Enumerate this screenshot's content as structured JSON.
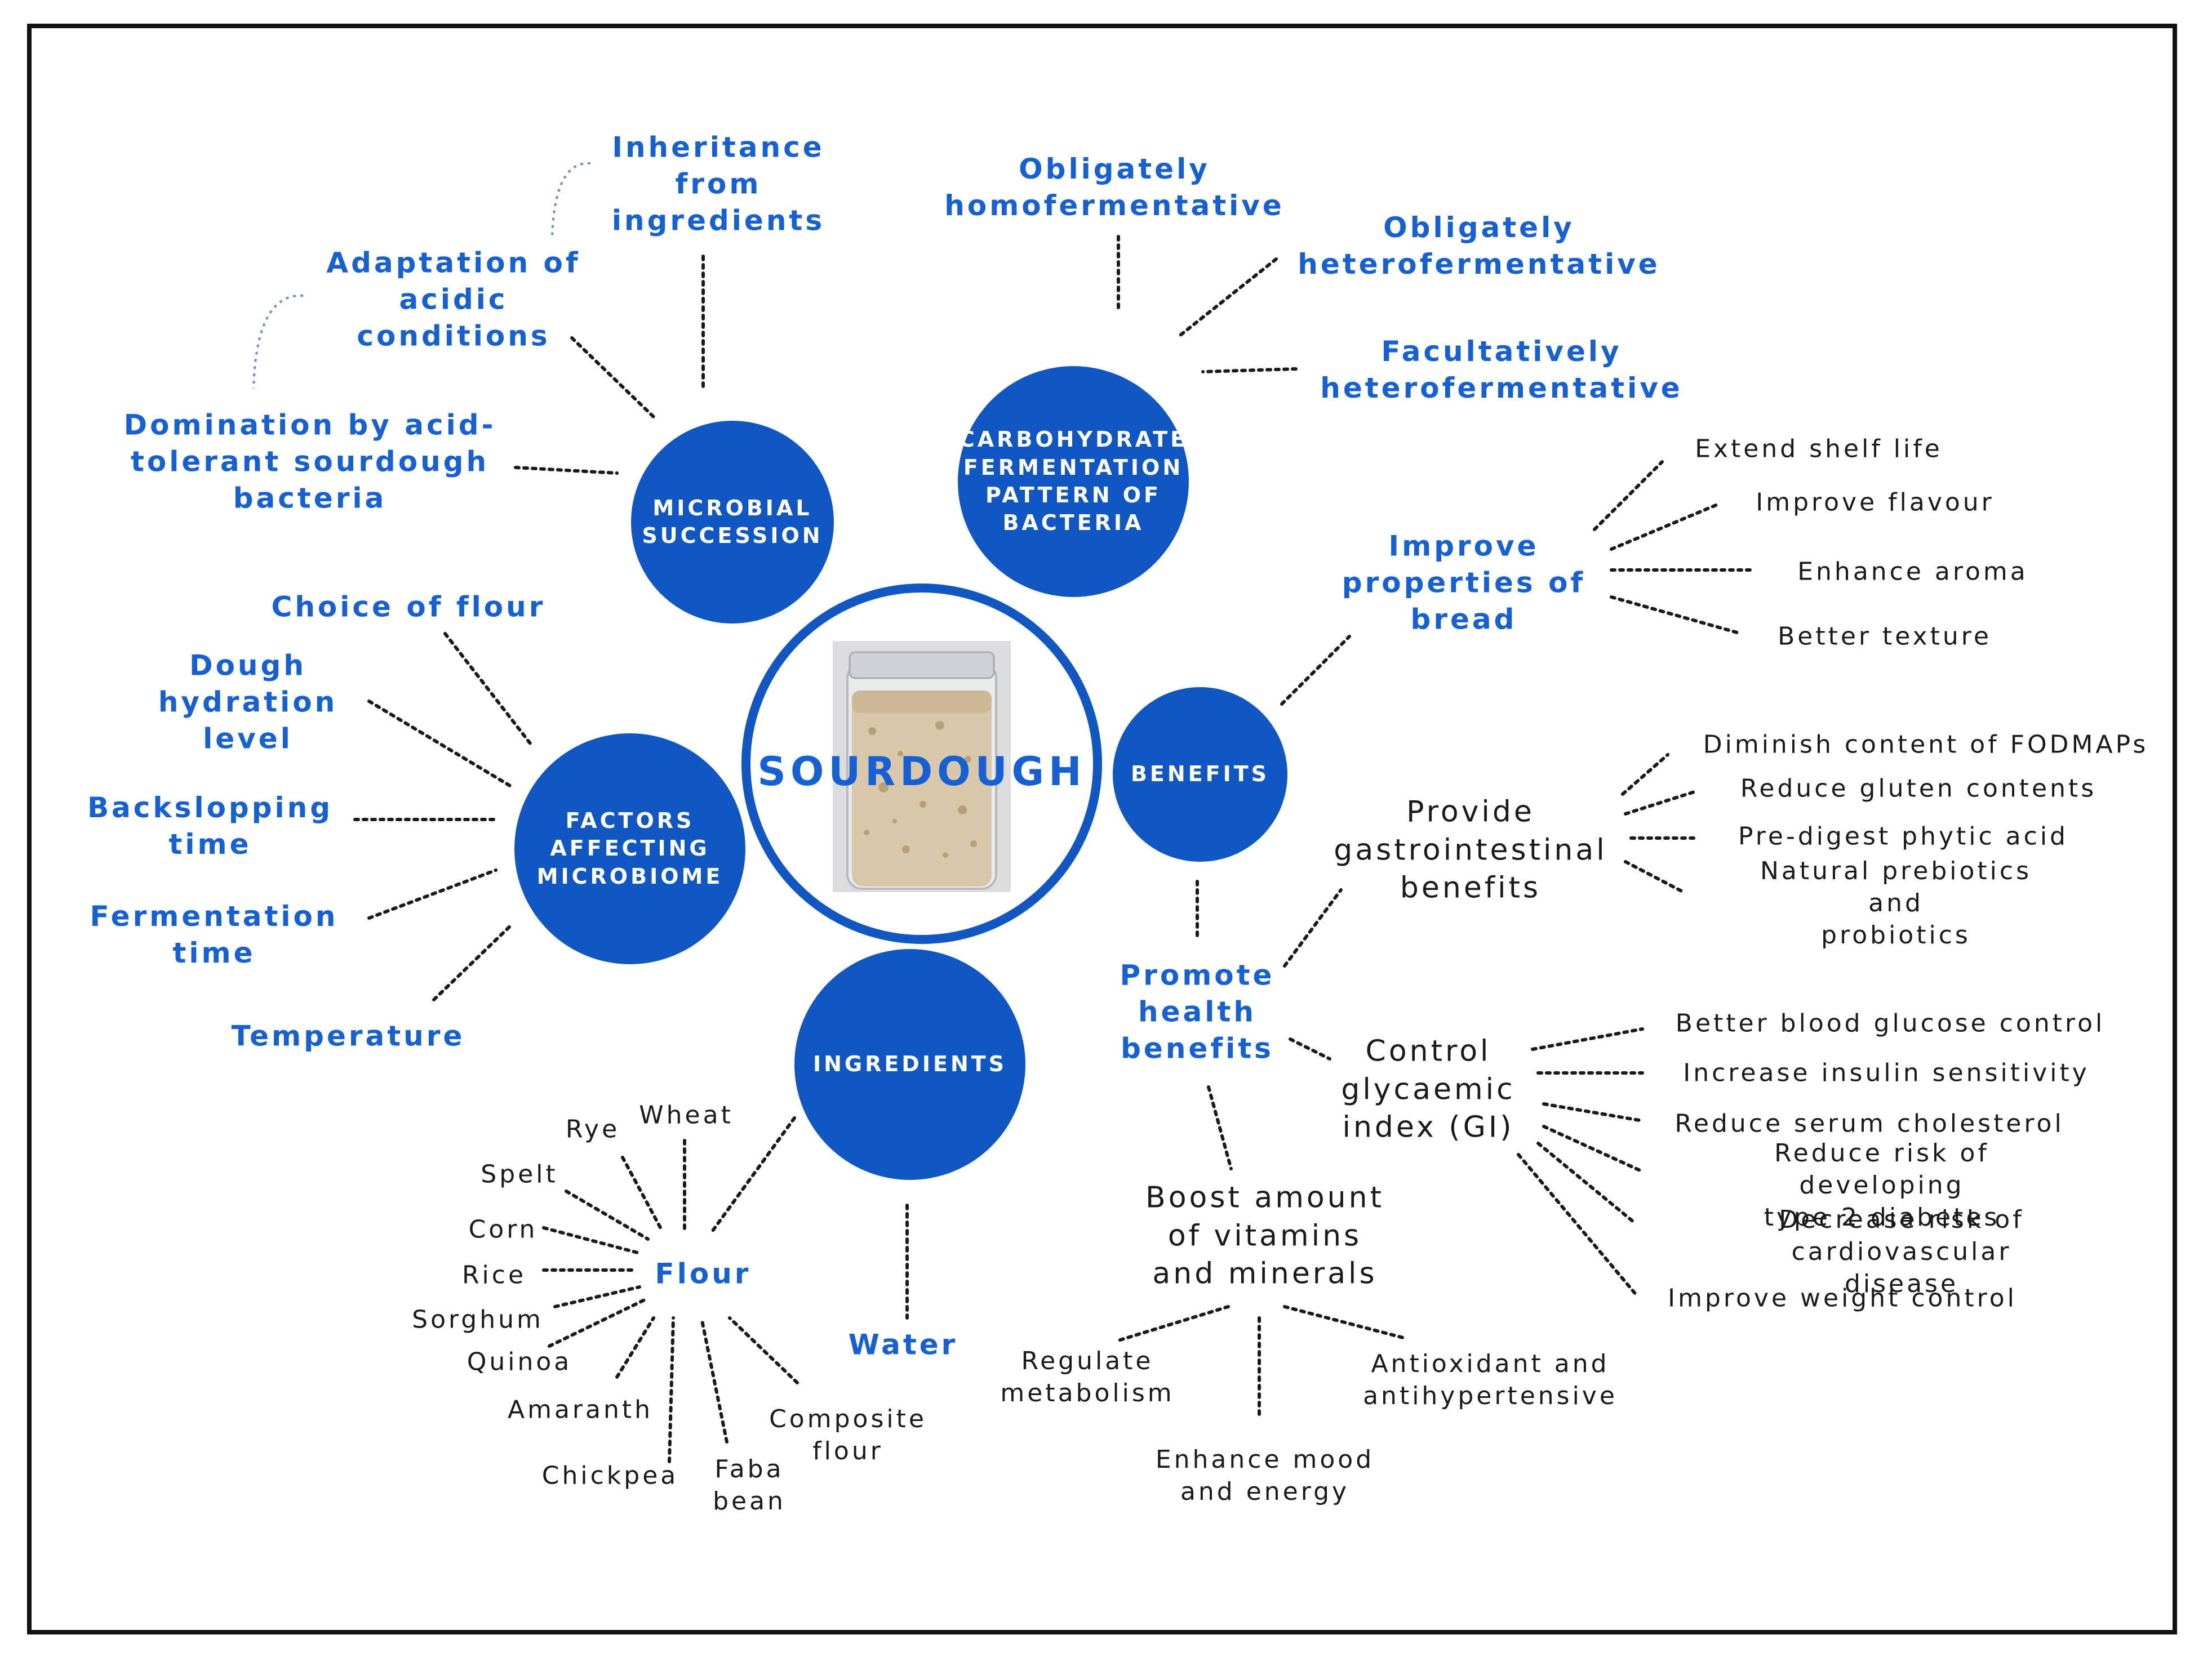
{
  "center": {
    "title": "SOURDOUGH",
    "image": "sourdough-jar-photo"
  },
  "hubs": {
    "microbial_succession": "MICROBIAL\nSUCCESSION",
    "carbohydrate_fermentation": "CARBOHYDRATE\nFERMENTATION\nPATTERN OF\nBACTERIA",
    "benefits": "BENEFITS",
    "factors_affecting_microbiome": "FACTORS\nAFFECTING\nMICROBIOME",
    "ingredients": "INGREDIENTS"
  },
  "microbial_succession": {
    "inheritance": "Inheritance\nfrom\ningredients",
    "adaptation": "Adaptation of\nacidic\nconditions",
    "domination": "Domination by acid-\ntolerant sourdough\nbacteria"
  },
  "fermentation_patterns": {
    "homo": "Obligately\nhomofermentative",
    "hetero": "Obligately\nheterofermentative",
    "facultative": "Facultatively\nheterofermentative"
  },
  "factors": {
    "flour_choice": "Choice of flour",
    "hydration": "Dough\nhydration\nlevel",
    "backslopping": "Backslopping\ntime",
    "fermentation_time": "Fermentation\ntime",
    "temperature": "Temperature"
  },
  "ingredients": {
    "flour": "Flour",
    "water": "Water",
    "flour_types": {
      "wheat": "Wheat",
      "rye": "Rye",
      "spelt": "Spelt",
      "corn": "Corn",
      "rice": "Rice",
      "sorghum": "Sorghum",
      "quinoa": "Quinoa",
      "amaranth": "Amaranth",
      "chickpea": "Chickpea",
      "faba": "Faba\nbean",
      "composite": "Composite\nflour"
    }
  },
  "benefits": {
    "improve_properties": {
      "label": "Improve\nproperties of\nbread",
      "items": {
        "shelf_life": "Extend shelf life",
        "flavour": "Improve flavour",
        "aroma": "Enhance aroma",
        "texture": "Better texture"
      }
    },
    "promote_health": {
      "label": "Promote\nhealth\nbenefits",
      "gastro": {
        "label": "Provide\ngastrointestinal\nbenefits",
        "items": {
          "fodmaps": "Diminish content of FODMAPs",
          "gluten": "Reduce gluten contents",
          "phytic": "Pre-digest phytic acid",
          "prebiotics": "Natural prebiotics and\nprobiotics"
        }
      },
      "glycaemic": {
        "label": "Control\nglycaemic\nindex (GI)",
        "items": {
          "glucose": "Better blood glucose control",
          "insulin": "Increase insulin sensitivity",
          "cholesterol": "Reduce serum cholesterol",
          "diabetes": "Reduce risk of developing\ntype 2 diabetes",
          "cardio": "Decrease risk of cardiovascular\ndisease",
          "weight": "Improve weight control"
        }
      },
      "vitamins": {
        "label": "Boost amount\nof vitamins\nand minerals",
        "items": {
          "metabolism": "Regulate\nmetabolism",
          "mood": "Enhance mood\nand energy",
          "antioxidant": "Antioxidant and\nantihypertensive"
        }
      }
    }
  }
}
